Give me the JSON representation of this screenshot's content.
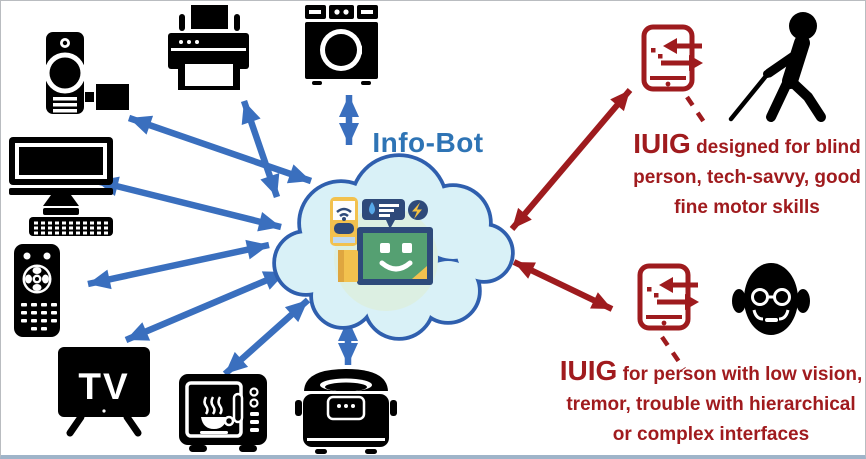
{
  "center": {
    "label": "Info-Bot"
  },
  "devices": {
    "tv_label": "TV",
    "icons": [
      "video-camera-icon",
      "printer-icon",
      "washing-machine-icon",
      "desktop-computer-icon",
      "remote-control-icon",
      "tv-icon",
      "microwave-icon",
      "rice-cooker-icon"
    ]
  },
  "callouts": [
    {
      "iuig": "IUIG",
      "line1_rest": " designed for blind",
      "line2": "person, tech-savvy, good",
      "line3": "fine motor skills",
      "icons": [
        "smartphone-transfer-icon",
        "blind-person-with-cane-icon"
      ]
    },
    {
      "iuig": "IUIG",
      "line1_rest": " for person with low vision,",
      "line2": "tremor, trouble with hierarchical",
      "line3": "or complex interfaces",
      "icons": [
        "smartphone-transfer-icon",
        "elderly-person-icon"
      ]
    }
  ],
  "colors": {
    "arrow_blue": "#3A6FBE",
    "accent_red": "#9E1B1E",
    "text_red": "#A01B1E",
    "cloud_fill": "#D9F1F7",
    "cloud_stroke": "#2F5FAE",
    "label_blue": "#2E74B5",
    "device_black": "#000000"
  }
}
